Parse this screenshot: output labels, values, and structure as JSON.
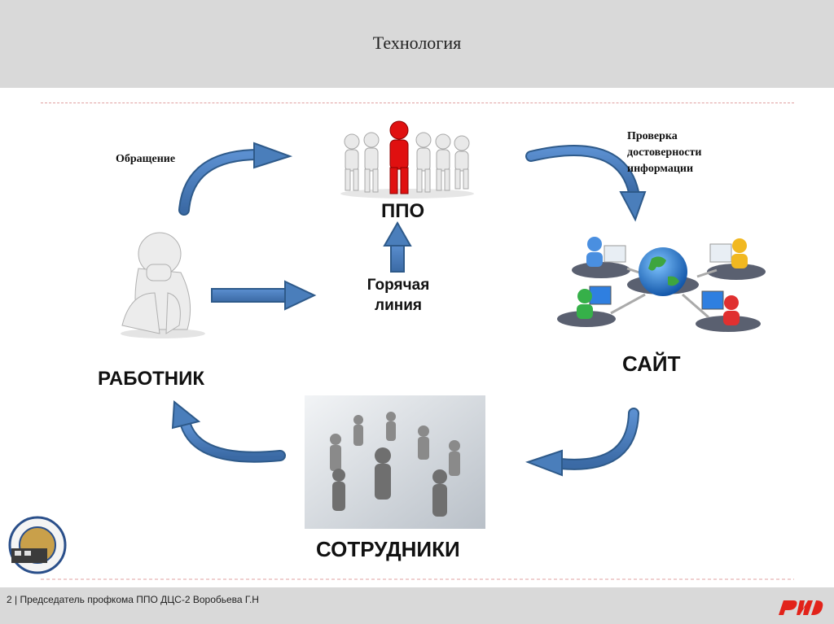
{
  "slide": {
    "title": "Технология",
    "footer": "2 | Председатель профкома ППО ДЦС-2 Воробьева Г.Н"
  },
  "labels": {
    "obrashenie": "Обращение",
    "proverka_line1": "Проверка",
    "proverka_line2": "достоверности",
    "proverka_line3": "информации",
    "ppo": "ППО",
    "hotline_line1": "Горячая",
    "hotline_line2": "линия",
    "rabotnik": "РАБОТНИК",
    "sait": "САЙТ",
    "sotrudniki": "СОТРУДНИКИ"
  },
  "logos": {
    "rosprofzhel": "РОСПРОФЖЕЛ",
    "rzd": "РЖД"
  },
  "colors": {
    "arrow": "#4a7ebb",
    "arrow_dark": "#2e5a8a",
    "leader": "#e01010",
    "header_bg": "#d9d9d9",
    "rzd_red": "#e2231a"
  }
}
